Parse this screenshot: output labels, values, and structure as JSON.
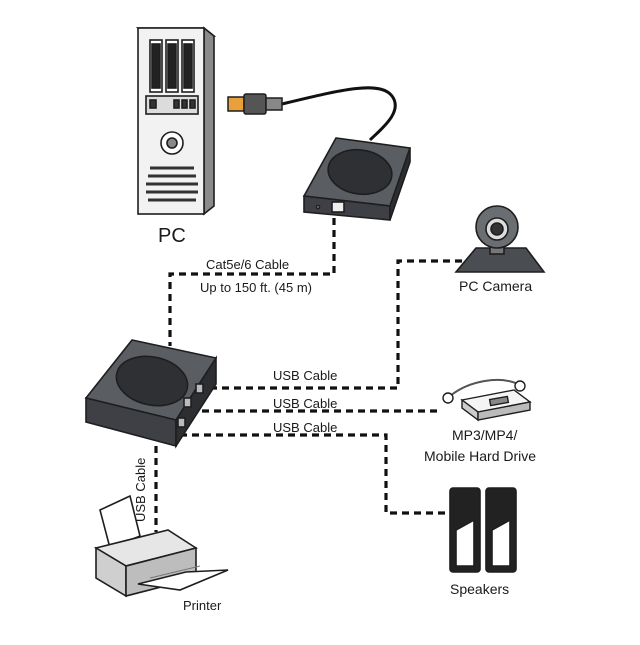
{
  "labels": {
    "pc": "PC",
    "cat_cable_line1": "Cat5e/6 Cable",
    "cat_cable_line2": "Up to 150 ft. (45 m)",
    "pc_camera": "PC Camera",
    "usb_cable_1": "USB Cable",
    "usb_cable_2": "USB Cable",
    "usb_cable_3": "USB Cable",
    "usb_cable_vertical": "USB Cable",
    "mp3_line1": "MP3/MP4/",
    "mp3_line2": "Mobile Hard Drive",
    "speakers": "Speakers",
    "printer": "Printer"
  },
  "colors": {
    "device_body": "#4a4d52",
    "device_top": "#2e3034",
    "outline": "#1e1e1e",
    "usb_plug": "#e8a13a"
  }
}
